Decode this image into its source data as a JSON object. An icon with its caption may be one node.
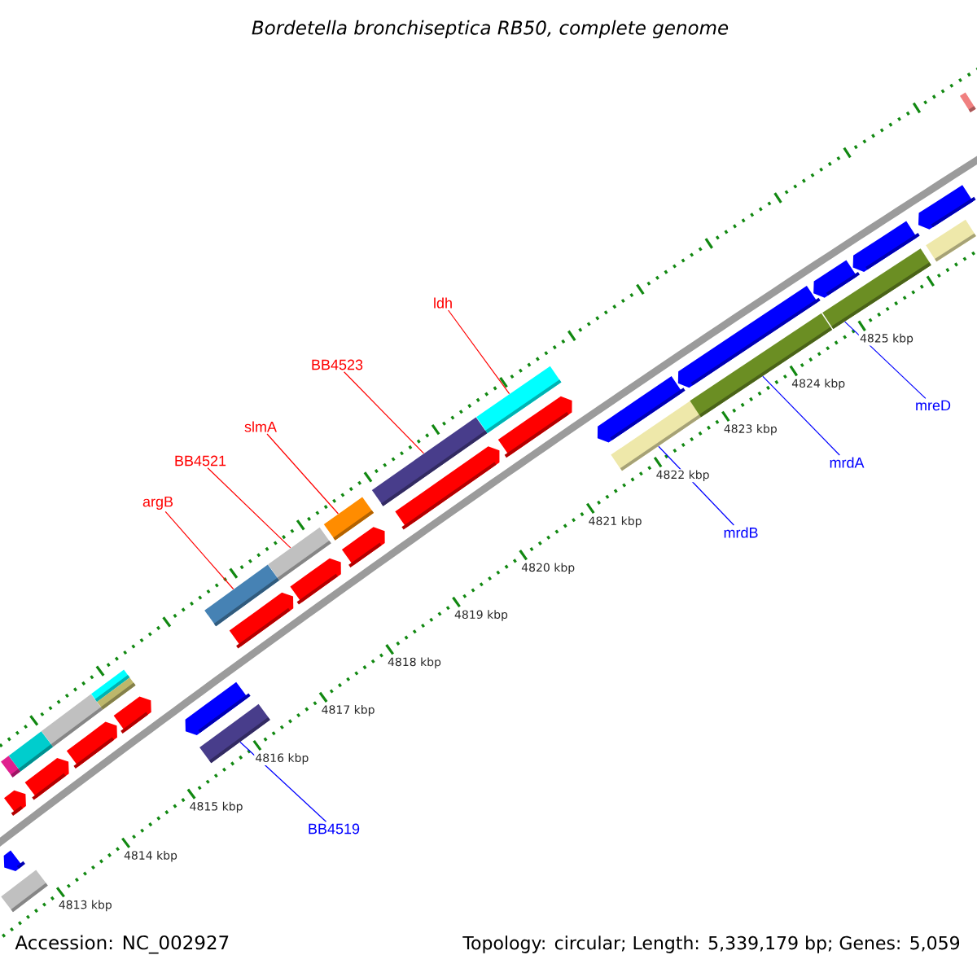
{
  "diagram": {
    "title": "Bordetella bronchiseptica RB50, complete genome",
    "nodes": [
      {
        "text": [
          "ldh"
        ]
      },
      {
        "text": [
          "BB4523"
        ]
      },
      {
        "text": [
          "mreD"
        ]
      },
      {
        "text": [
          "slmA"
        ]
      },
      {
        "text": [
          "BB4521"
        ]
      },
      {
        "text": [
          "mrdA"
        ]
      },
      {
        "text": [
          "argB"
        ]
      },
      {
        "text": [
          "mrdB"
        ]
      },
      {
        "text": [
          "BB4519"
        ]
      },
      {
        "text": [],
        "shape": "bar"
      },
      {
        "text": [],
        "shape": "pentagon"
      },
      {
        "text": [],
        "shape": "pentagon"
      },
      {
        "text": [],
        "shape": "bar"
      },
      {
        "text": [],
        "shape": "bar"
      },
      {
        "text": [],
        "shape": "pentagon"
      },
      {
        "text": [],
        "shape": "bar"
      },
      {
        "text": [],
        "shape": "pentagon"
      },
      {
        "text": [],
        "shape": "bar"
      },
      {
        "text": [],
        "shape": "bar"
      },
      {
        "text": [],
        "shape": "pentagon"
      },
      {
        "text": [],
        "shape": "bar"
      },
      {
        "text": [],
        "shape": "pentagon"
      },
      {
        "text": [],
        "shape": "bar"
      },
      {
        "text": [],
        "shape": "pentagon"
      },
      {
        "text": [],
        "shape": "bar"
      },
      {
        "text": [],
        "shape": "pentagon"
      },
      {
        "text": [],
        "shape": "pentagon"
      },
      {
        "text": [],
        "shape": "bar"
      },
      {
        "text": [],
        "shape": "bar"
      },
      {
        "text": [],
        "shape": "pentagon"
      },
      {
        "text": [],
        "shape": "bar"
      },
      {
        "text": [],
        "shape": "pentagon"
      },
      {
        "text": [],
        "shape": "bar"
      },
      {
        "text": [],
        "shape": "pentagon"
      },
      {
        "text": [],
        "shape": "bar"
      },
      {
        "text": [],
        "shape": "pentagon"
      },
      {
        "text": [],
        "shape": "bar"
      },
      {
        "text": [],
        "shape": "pentagon"
      },
      {
        "text": [],
        "shape": "pentagon"
      },
      {
        "text": [],
        "shape": "bar"
      },
      {
        "text": [],
        "shape": "pentagon"
      },
      {
        "text": [],
        "shape": "bar"
      }
    ],
    "edges": [
      {
        "from": 0,
        "to": 30,
        "arrow": "none"
      },
      {
        "from": 1,
        "to": 28,
        "arrow": "none"
      },
      {
        "from": 2,
        "to": 36,
        "arrow": "none",
        "color": "#0000ff"
      },
      {
        "from": 3,
        "to": 27,
        "arrow": "none"
      },
      {
        "from": 4,
        "to": 24,
        "arrow": "none"
      },
      {
        "from": 5,
        "to": 34,
        "arrow": "none",
        "color": "#0000ff"
      },
      {
        "from": 6,
        "to": 22,
        "arrow": "none"
      },
      {
        "from": 7,
        "to": 32,
        "arrow": "none",
        "color": "#0000ff"
      },
      {
        "from": 8,
        "to": 20,
        "arrow": "none",
        "color": "#0000ff"
      }
    ],
    "labels": [
      "4825 kbp",
      "4824 kbp",
      "4823 kbp",
      "4822 kbp",
      "4821 kbp",
      "4820 kbp",
      "4819 kbp",
      "4818 kbp",
      "4817 kbp",
      "4816 kbp",
      "4815 kbp",
      "4814 kbp",
      "4813 kbp",
      "Accession: NC_002927",
      "Topology: circular; Length: 5,339,179 bp; Genes: 5,059"
    ]
  }
}
